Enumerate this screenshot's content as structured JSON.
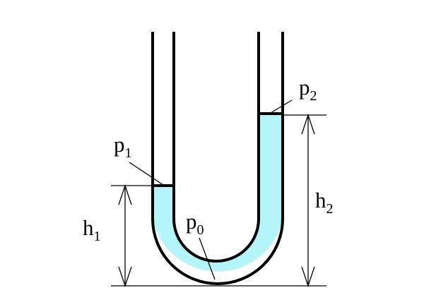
{
  "colors": {
    "liquid": "#b4f5fa",
    "tube": "#000000",
    "background": "#ffffff"
  },
  "labels": {
    "p1": {
      "main": "p",
      "sub": "1"
    },
    "p2": {
      "main": "p",
      "sub": "2"
    },
    "p0": {
      "main": "p",
      "sub": "0"
    },
    "h1": {
      "main": "h",
      "sub": "1"
    },
    "h2": {
      "main": "h",
      "sub": "2"
    }
  }
}
